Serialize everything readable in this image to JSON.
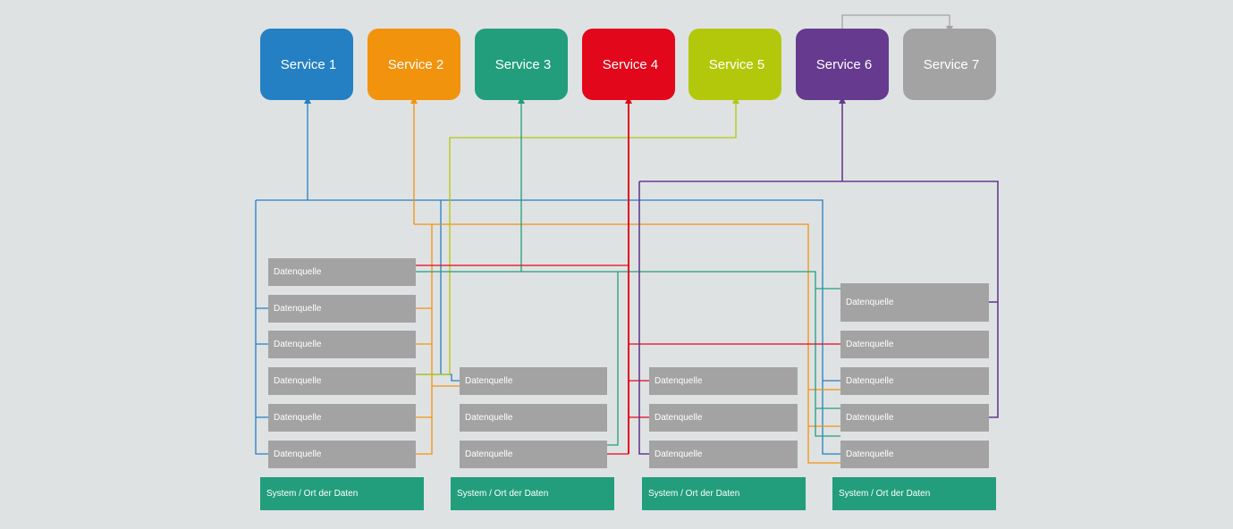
{
  "services": [
    {
      "label": "Service 1",
      "color": "#2480c3"
    },
    {
      "label": "Service 2",
      "color": "#f2930e"
    },
    {
      "label": "Service 3",
      "color": "#229e7c"
    },
    {
      "label": "Service 4",
      "color": "#e3071b"
    },
    {
      "label": "Service 5",
      "color": "#b3c80b"
    },
    {
      "label": "Service 6",
      "color": "#653a8f"
    },
    {
      "label": "Service 7",
      "color": "#a3a3a3"
    }
  ],
  "datasource_label": "Datenquelle",
  "systems": [
    {
      "label": "System / Ort der Daten"
    },
    {
      "label": "System / Ort der Daten"
    },
    {
      "label": "System / Ort der Daten"
    },
    {
      "label": "System / Ort der Daten"
    }
  ],
  "connector_color": "#a3a3a3"
}
